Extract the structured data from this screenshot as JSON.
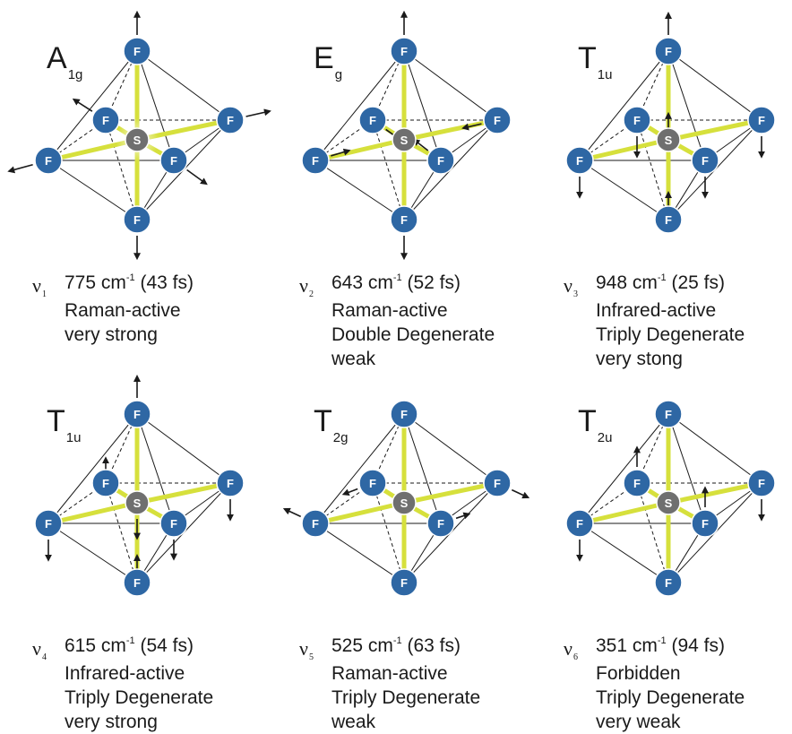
{
  "panels": [
    {
      "symbol_main": "A",
      "symbol_sub": "1g",
      "nu_main": "ν",
      "nu_sub": "1",
      "freq": "775 cm",
      "freq_sup": "-1",
      "time": " (43 fs)",
      "line2": "Raman-active",
      "line3": "very strong",
      "line4": "",
      "mode": "breathing"
    },
    {
      "symbol_main": "E",
      "symbol_sub": "g",
      "nu_main": "ν",
      "nu_sub": "2",
      "freq": "643 cm",
      "freq_sup": "-1",
      "time": " (52 fs)",
      "line2": "Raman-active",
      "line3": "Double Degenerate",
      "line4": "weak",
      "mode": "eg"
    },
    {
      "symbol_main": "T",
      "symbol_sub": "1u",
      "nu_main": "ν",
      "nu_sub": "3",
      "freq": "948 cm",
      "freq_sup": "-1",
      "time": " (25 fs)",
      "line2": "Infrared-active",
      "line3": "Triply Degenerate",
      "line4": "very stong",
      "mode": "t1u_a"
    },
    {
      "symbol_main": "T",
      "symbol_sub": "1u",
      "nu_main": "ν",
      "nu_sub": "4",
      "freq": "615 cm",
      "freq_sup": "-1",
      "time": " (54 fs)",
      "line2": "Infrared-active",
      "line3": "Triply Degenerate",
      "line4": "very strong",
      "mode": "t1u_b"
    },
    {
      "symbol_main": "T",
      "symbol_sub": "2g",
      "nu_main": "ν",
      "nu_sub": "5",
      "freq": "525 cm",
      "freq_sup": "-1",
      "time": " (63 fs)",
      "line2": "Raman-active",
      "line3": "Triply Degenerate",
      "line4": "weak",
      "mode": "t2g"
    },
    {
      "symbol_main": "T",
      "symbol_sub": "2u",
      "nu_main": "ν",
      "nu_sub": "6",
      "freq": "351 cm",
      "freq_sup": "-1",
      "time": " (94 fs)",
      "line2": "Forbidden",
      "line3": "Triply Degenerate",
      "line4": "very weak",
      "mode": "t2u"
    }
  ],
  "atoms": {
    "ligand": "F",
    "center": "S"
  },
  "colors": {
    "fluorine": "#2e67a4",
    "sulfur": "#6f6f6f",
    "bond": "#d6e03c",
    "edge": "#1a1a1a",
    "arrow": "#1a1a1a"
  }
}
